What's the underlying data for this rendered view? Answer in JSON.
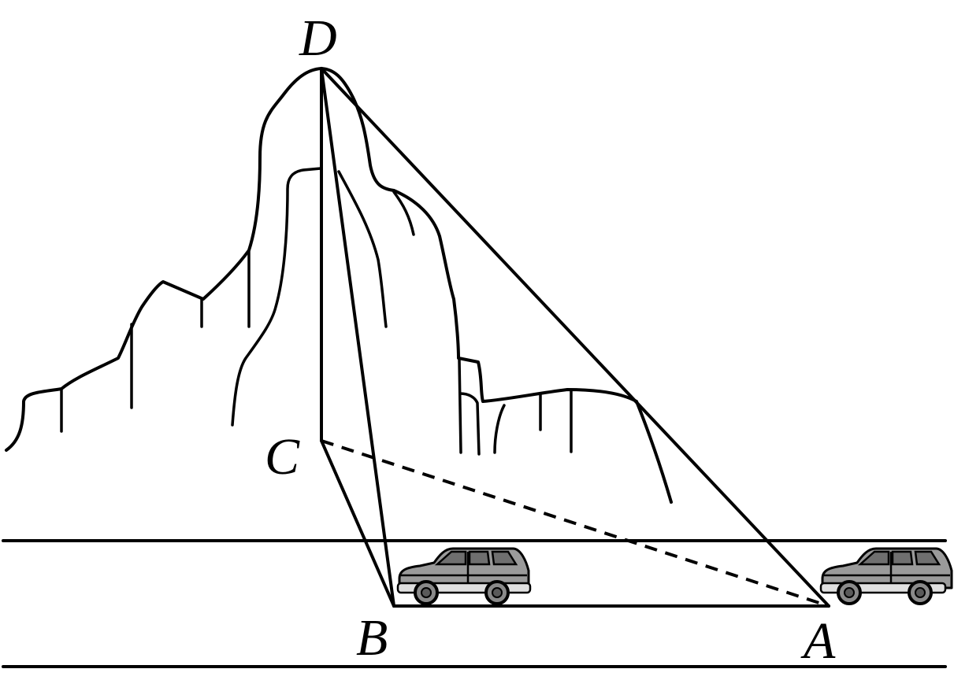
{
  "labels": {
    "D": "D",
    "C": "C",
    "B": "B",
    "A": "A"
  },
  "colors": {
    "line": "#000000",
    "car_body": "#9a9a9a",
    "background": "#ffffff"
  }
}
